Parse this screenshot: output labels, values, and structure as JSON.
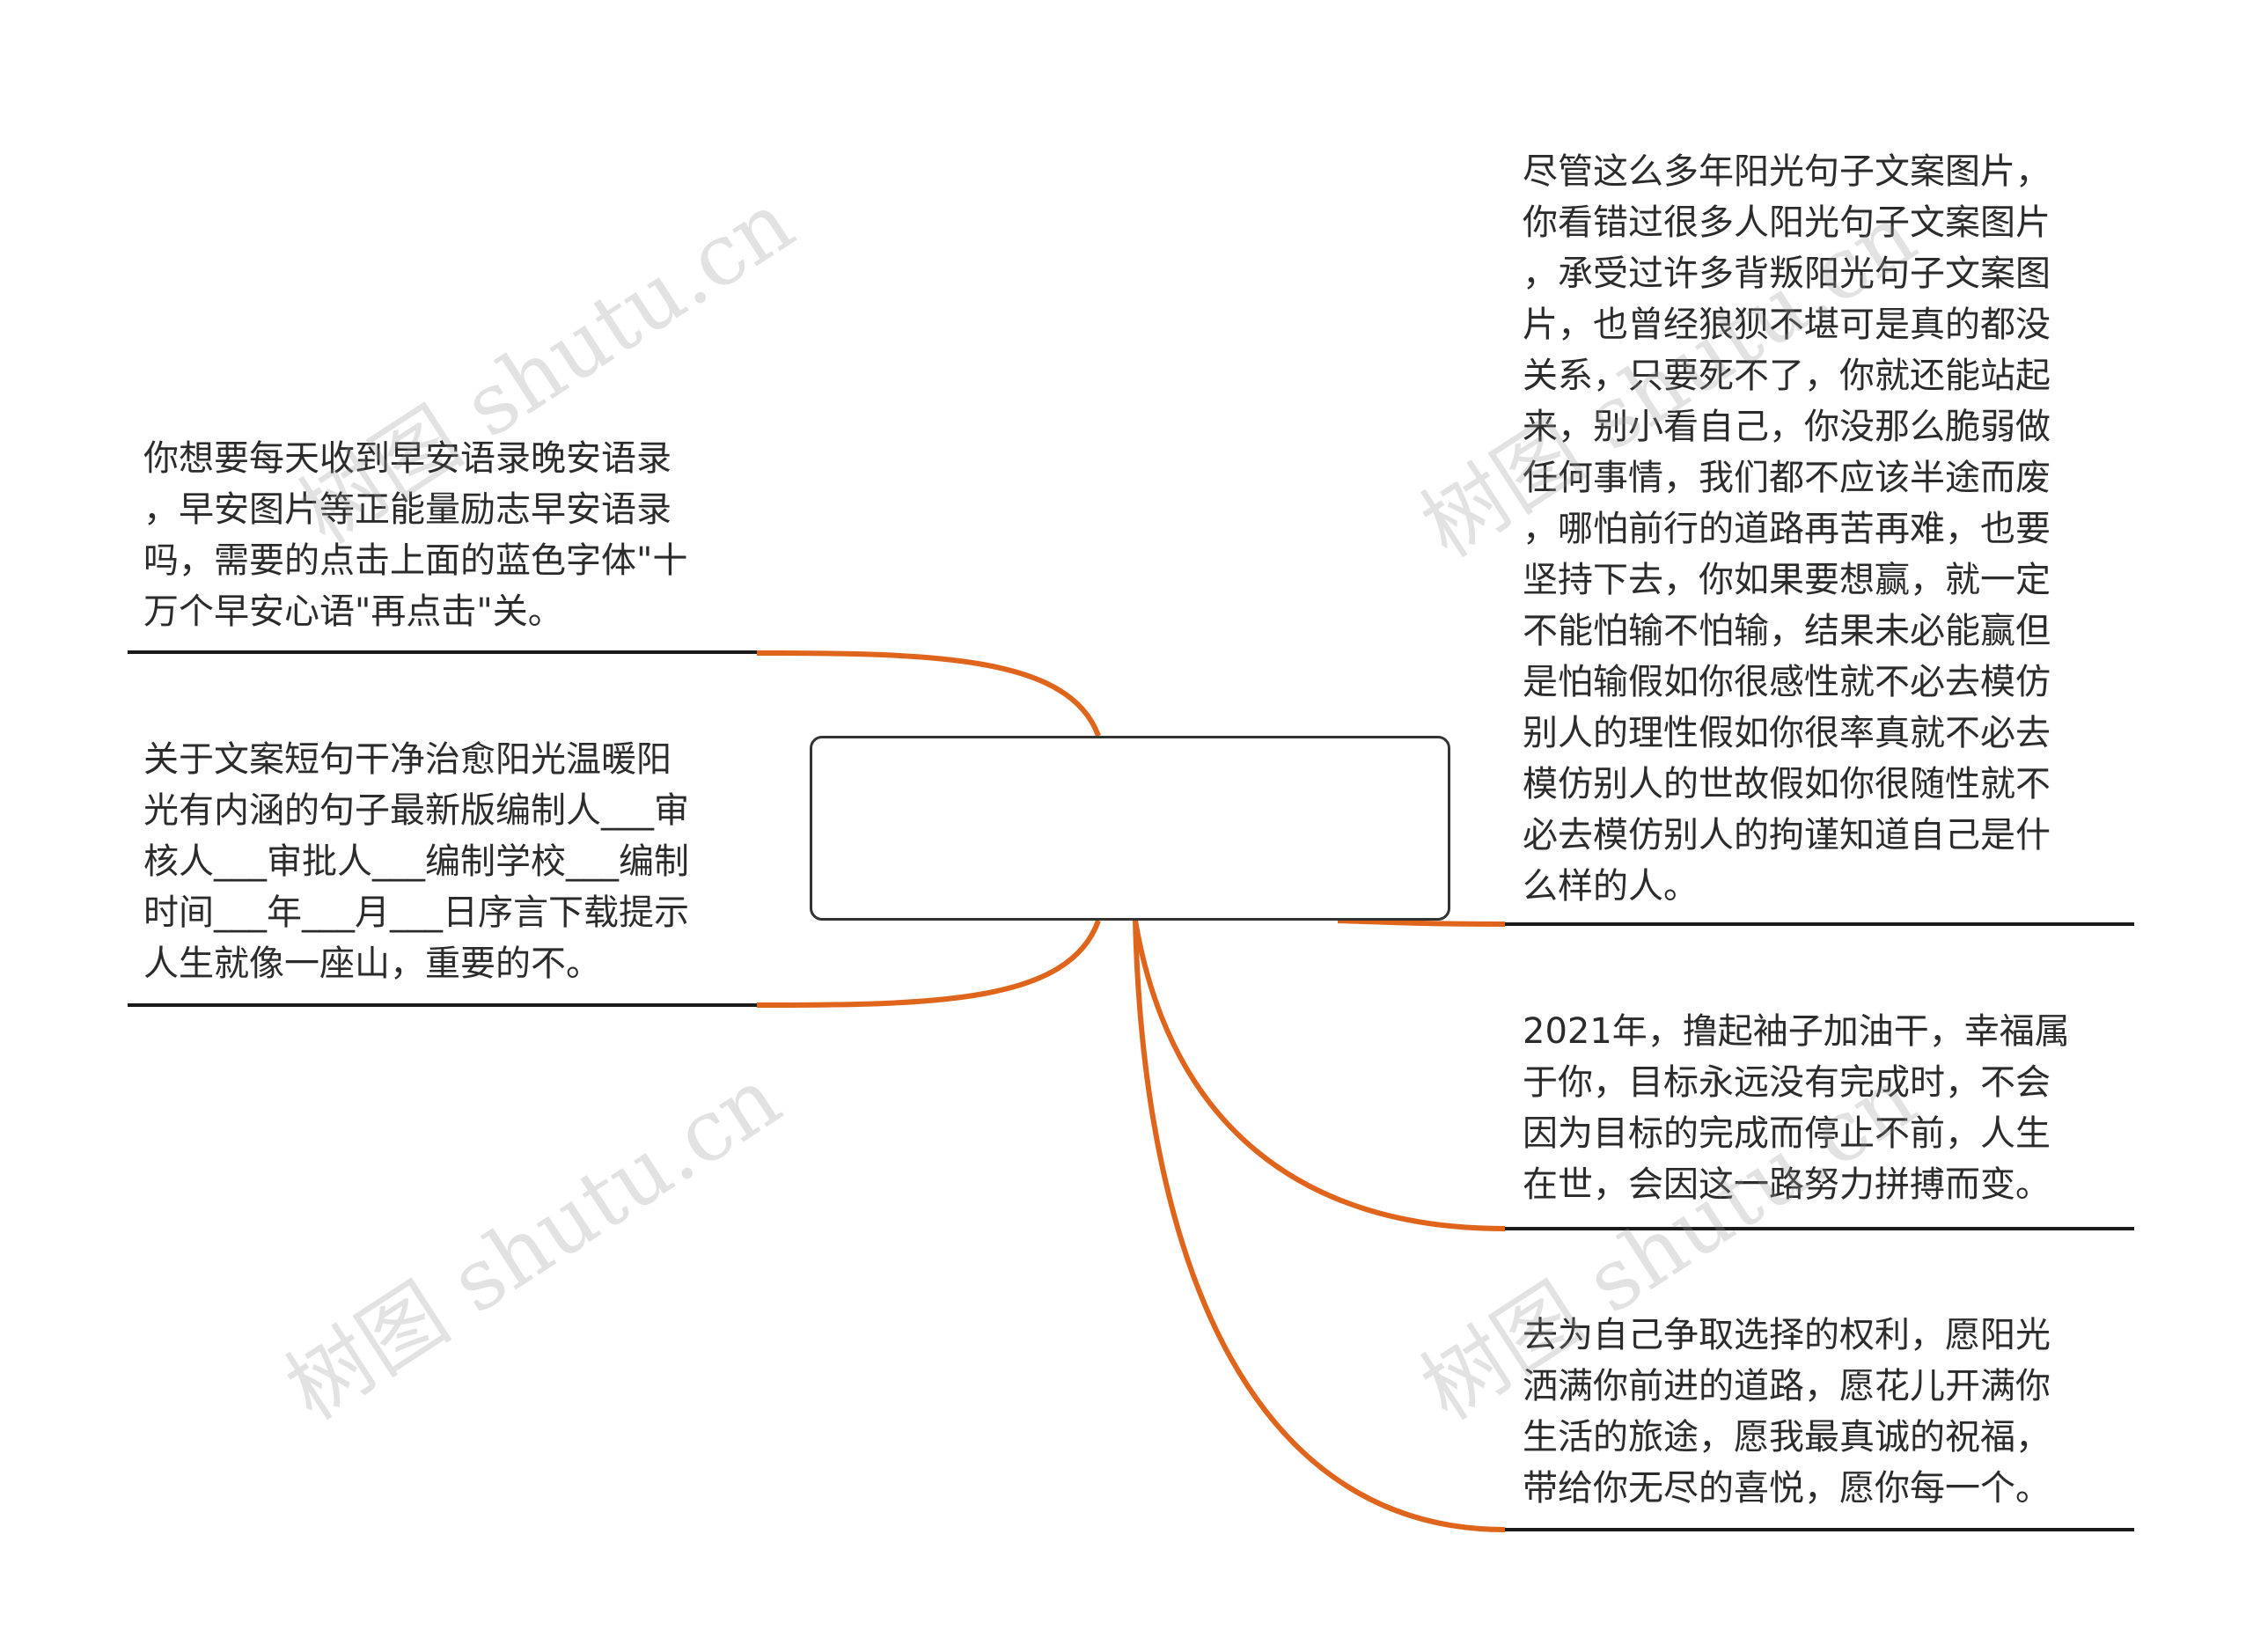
{
  "watermark_text": "树图 shutu.cn",
  "colors": {
    "connector": "#e0651c",
    "underline": "#1a1a1a",
    "border": "#333333"
  },
  "center_node": {
    "text": ""
  },
  "left_nodes": [
    {
      "lines": [
        "你想要每天收到早安语录晚安语录",
        "，早安图片等正能量励志早安语录",
        "吗，需要的点击上面的蓝色字体\"十",
        "万个早安心语\"再点击\"关。"
      ]
    },
    {
      "lines": [
        "关于文案短句干净治愈阳光温暖阳",
        "光有内涵的句子最新版编制人___审",
        "核人___审批人___编制学校___编制",
        "时间___年___月___日序言下载提示",
        "人生就像一座山，重要的不。"
      ]
    }
  ],
  "right_nodes": [
    {
      "lines": [
        "尽管这么多年阳光句子文案图片，",
        "你看错过很多人阳光句子文案图片",
        "，承受过许多背叛阳光句子文案图",
        "片，也曾经狼狈不堪可是真的都没",
        "关系，只要死不了，你就还能站起",
        "来，别小看自己，你没那么脆弱做",
        "任何事情，我们都不应该半途而废",
        "，哪怕前行的道路再苦再难，也要",
        "坚持下去，你如果要想赢，就一定",
        "不能怕输不怕输，结果未必能赢但",
        "是怕输假如你很感性就不必去模仿",
        "别人的理性假如你很率真就不必去",
        "模仿别人的世故假如你很随性就不",
        "必去模仿别人的拘谨知道自己是什",
        "么样的人。"
      ]
    },
    {
      "lines": [
        "2021年，撸起袖子加油干，幸福属",
        "于你，目标永远没有完成时，不会",
        "因为目标的完成而停止不前，人生",
        "在世，会因这一路努力拼搏而变。"
      ]
    },
    {
      "lines": [
        "去为自己争取选择的权利，愿阳光",
        "洒满你前进的道路，愿花儿开满你",
        "生活的旅途，愿我最真诚的祝福，",
        "带给你无尽的喜悦，愿你每一个。"
      ]
    }
  ]
}
